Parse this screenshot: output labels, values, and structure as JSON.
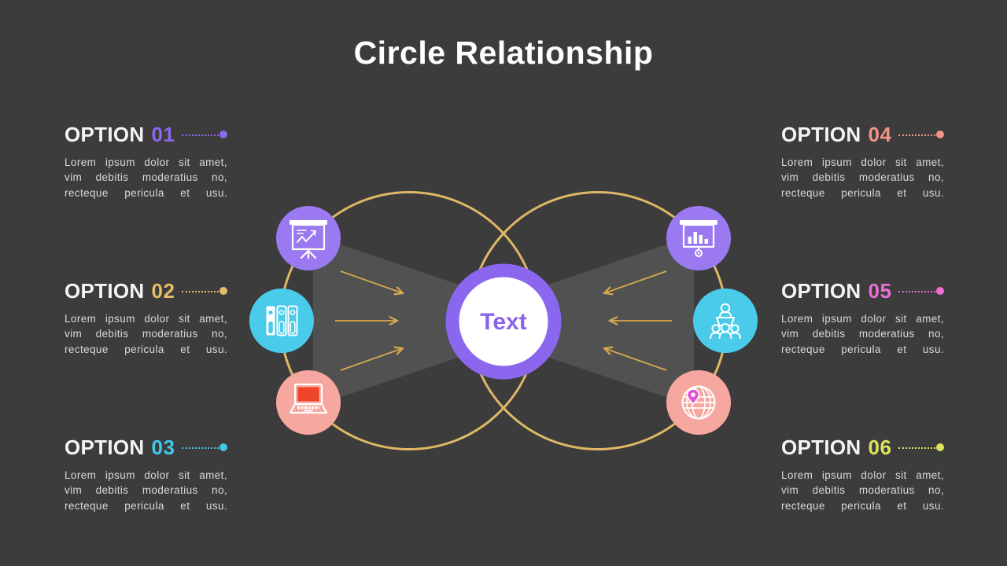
{
  "slide": {
    "title": "Circle Relationship",
    "background_color": "#3c3c3c"
  },
  "center": {
    "label": "Text",
    "ring_color": "#8b66ee",
    "text_color": "#8a63ec",
    "fill_color": "#ffffff"
  },
  "diagram": {
    "outline_circle_color": "#dfb766",
    "arrow_color": "#d9a84e",
    "beam_color": "rgba(255,255,255,0.11)",
    "icons": [
      {
        "name": "flipchart-line-chart-icon",
        "circle_color": "#9b79f1"
      },
      {
        "name": "binders-icon",
        "circle_color": "#49cbe9"
      },
      {
        "name": "laptop-icon",
        "circle_color": "#f6a8a0",
        "screen_color": "#ee4428"
      },
      {
        "name": "screen-bar-chart-icon",
        "circle_color": "#9b79f1"
      },
      {
        "name": "presenter-audience-icon",
        "circle_color": "#49cbe9"
      },
      {
        "name": "globe-pin-icon",
        "circle_color": "#f6a8a0",
        "pin_color": "#e14fd2"
      }
    ]
  },
  "options": [
    {
      "label": "OPTION",
      "number": "01",
      "color": "#8b68ee",
      "lines": [
        "Lorem ipsum dolor sit amet,",
        "vim debitis moderatius no,",
        "recteque pericula et usu."
      ]
    },
    {
      "label": "OPTION",
      "number": "02",
      "color": "#e5bd64",
      "lines": [
        "Lorem ipsum dolor sit amet,",
        "vim debitis moderatius no,",
        "recteque pericula et usu."
      ]
    },
    {
      "label": "OPTION",
      "number": "03",
      "color": "#41c9e9",
      "lines": [
        "Lorem ipsum dolor sit amet,",
        "vim debitis moderatius no,",
        "recteque pericula et usu."
      ]
    },
    {
      "label": "OPTION",
      "number": "04",
      "color": "#f39488",
      "lines": [
        "Lorem ipsum dolor sit amet,",
        "vim debitis moderatius no,",
        "recteque pericula et usu."
      ]
    },
    {
      "label": "OPTION",
      "number": "05",
      "color": "#ee6ed7",
      "lines": [
        "Lorem ipsum dolor sit amet,",
        "vim debitis moderatius no,",
        "recteque pericula et usu."
      ]
    },
    {
      "label": "OPTION",
      "number": "06",
      "color": "#dce45f",
      "lines": [
        "Lorem ipsum dolor sit amet,",
        "vim debitis moderatius no,",
        "recteque pericula et usu."
      ]
    }
  ]
}
